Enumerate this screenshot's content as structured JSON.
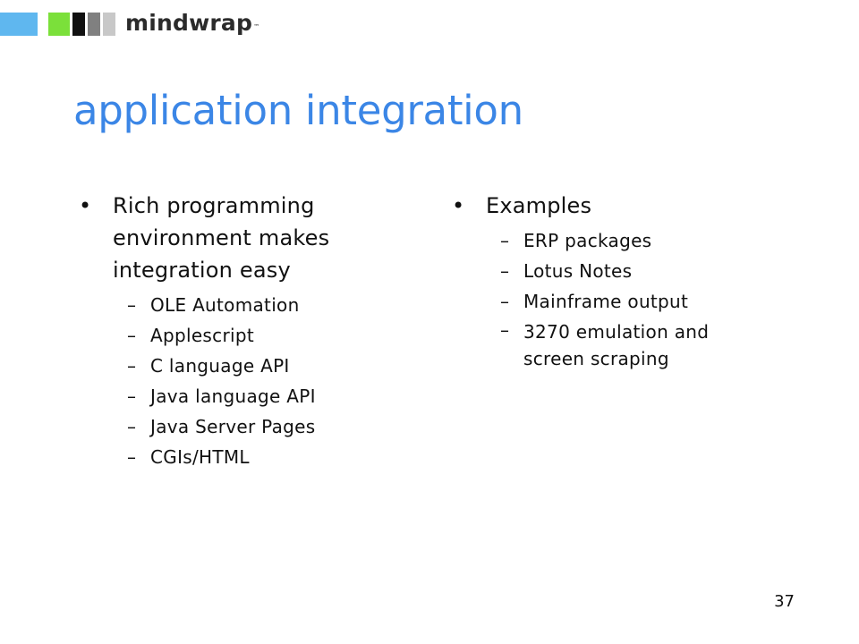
{
  "logo": {
    "wordmark": "mindwrap",
    "trademark": "™"
  },
  "slide": {
    "title": "application integration",
    "left_column": {
      "bullet": "Rich programming environment makes integration easy",
      "items": [
        "OLE Automation",
        "Applescript",
        "C language API",
        "Java language API",
        "Java Server Pages",
        "CGIs/HTML"
      ]
    },
    "right_column": {
      "bullet": "Examples",
      "items": [
        "ERP packages",
        "Lotus Notes",
        "Mainframe output",
        "3270 emulation and screen scraping"
      ]
    },
    "page_number": "37",
    "bullet_glyph": "•",
    "dash_glyph": "–"
  },
  "colors": {
    "title": "#3b86e6",
    "logo_blue": "#5fb7ef",
    "logo_green": "#7be03a",
    "logo_black": "#111111",
    "logo_gray": "#808080",
    "logo_lightgray": "#c8c8c8"
  }
}
